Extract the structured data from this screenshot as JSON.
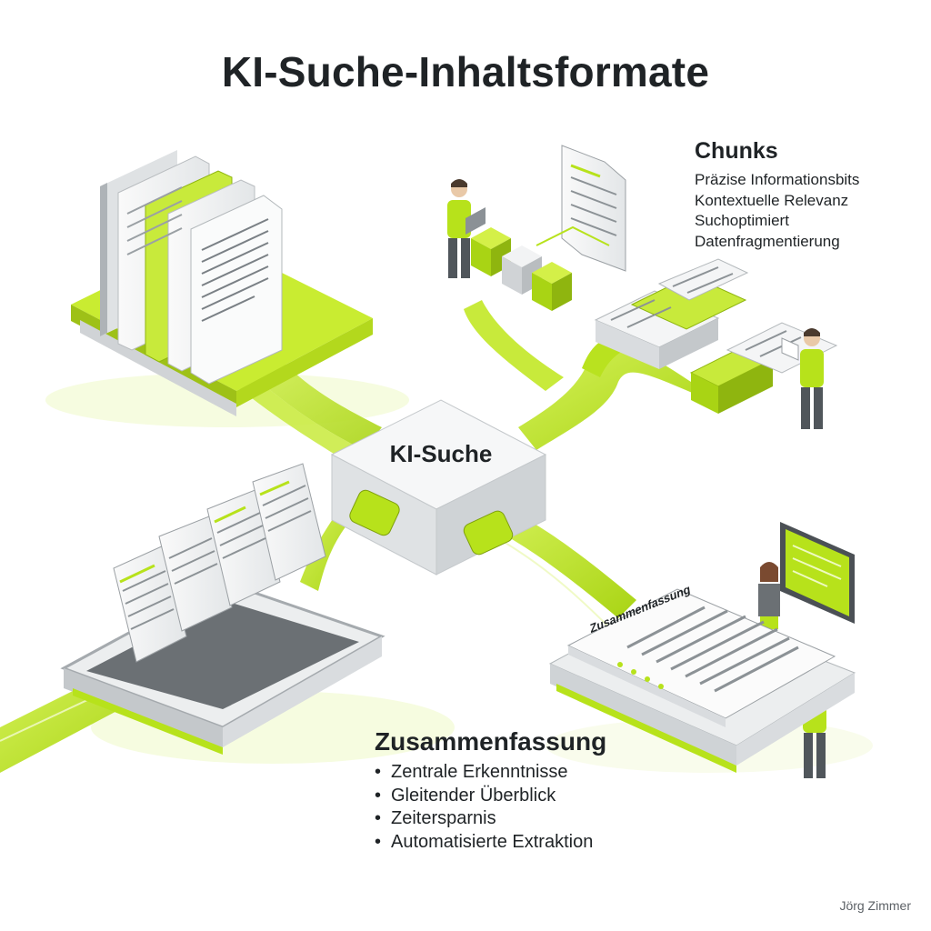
{
  "title": "KI-Suche-Inhaltsformate",
  "hub_label": "KI-Suche",
  "chunks": {
    "heading": "Chunks",
    "items": [
      "Präzise Informationsbits",
      "Kontextuelle Relevanz",
      "Suchoptimiert",
      "Datenfragmentierung"
    ]
  },
  "summary": {
    "heading": "Zusammenfassung",
    "bullet": "•",
    "items": [
      "Zentrale Erkenntnisse",
      "Gleitender Überblick",
      "Zeitersparnis",
      "Automatisierte Extraktion"
    ],
    "document_label": "Zusammenfassung"
  },
  "credit": "Jörg Zimmer",
  "colors": {
    "accent": "#b7e21b",
    "accent_dark": "#8fb50f",
    "panel": "#e9ebec",
    "panel_dark": "#c7cbce",
    "text": "#1f2326"
  }
}
